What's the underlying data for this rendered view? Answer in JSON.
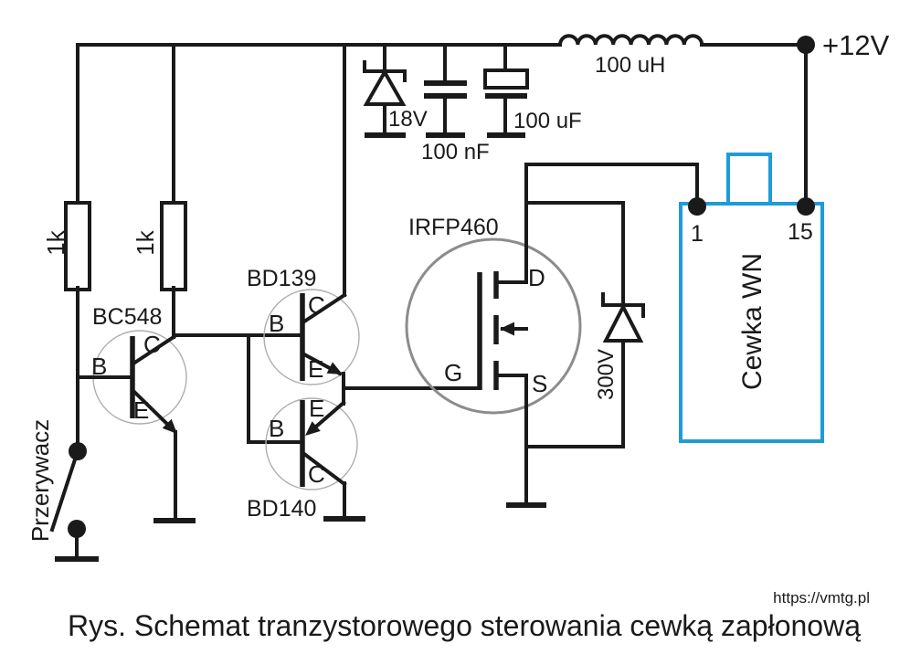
{
  "colors": {
    "ink": "#1a1a1a",
    "coil": "#1e9cd8",
    "mosfet_ring": "#8c8c8c",
    "small_ring": "#aeaeae"
  },
  "labels": {
    "supply": "+12V",
    "inductor": "100 uH",
    "zener_filter": "18V",
    "cap_film": "100 nF",
    "cap_electrolytic": "100 uF",
    "r1": "1k",
    "r2": "1k",
    "q1": {
      "name": "BC548",
      "b": "B",
      "c": "C",
      "e": "E"
    },
    "q2": {
      "name": "BD139",
      "b": "B",
      "c": "C",
      "e": "E"
    },
    "q3": {
      "name": "BD140",
      "b": "B",
      "c": "C",
      "e": "E"
    },
    "q4": {
      "name": "IRFP460",
      "d": "D",
      "g": "G",
      "s": "S"
    },
    "zener_clamp": "300V",
    "coil": {
      "name": "Cewka WN",
      "pin1": "1",
      "pin15": "15"
    },
    "switch": "Przerywacz"
  },
  "caption": "Rys. Schemat tranzystorowego sterowania cewką zapłonową",
  "watermark": "https://vmtg.pl"
}
